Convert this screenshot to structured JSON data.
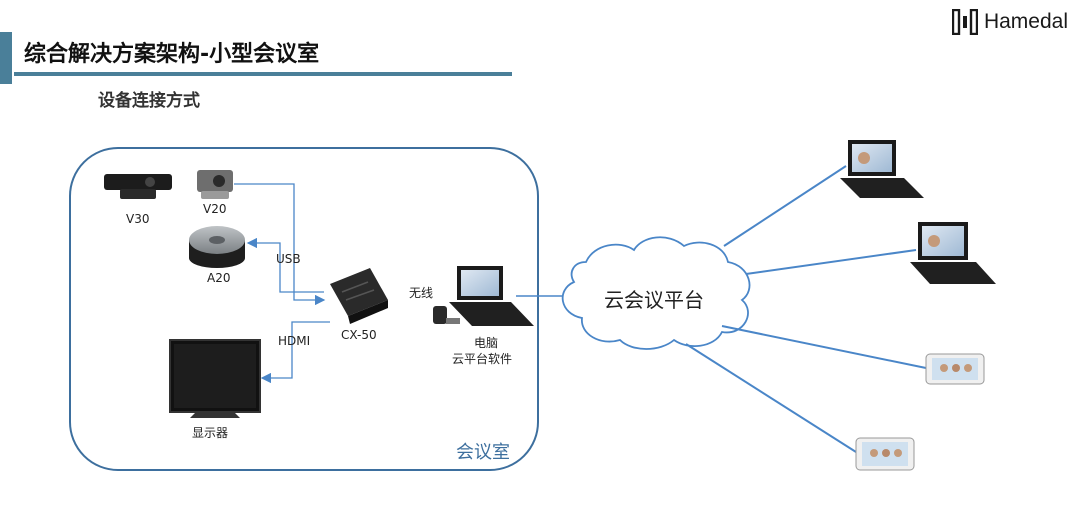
{
  "header": {
    "title": "综合解决方案架构-小型会议室",
    "subtitle": "设备连接方式",
    "logo_text": "Hamedal"
  },
  "diagram": {
    "room_label": "会议室",
    "cloud_label": "云会议平台",
    "devices": {
      "v30": "V30",
      "v20": "V20",
      "a20": "A20",
      "cx50": "CX-50",
      "display": "显示器",
      "pc_line1": "电脑",
      "pc_line2": "云平台软件"
    },
    "connections": {
      "usb": "USB",
      "hdmi": "HDMI",
      "wireless": "无线"
    },
    "colors": {
      "accent": "#4a7f99",
      "line": "#4a86c8",
      "room_border": "#3d6f9e"
    }
  }
}
